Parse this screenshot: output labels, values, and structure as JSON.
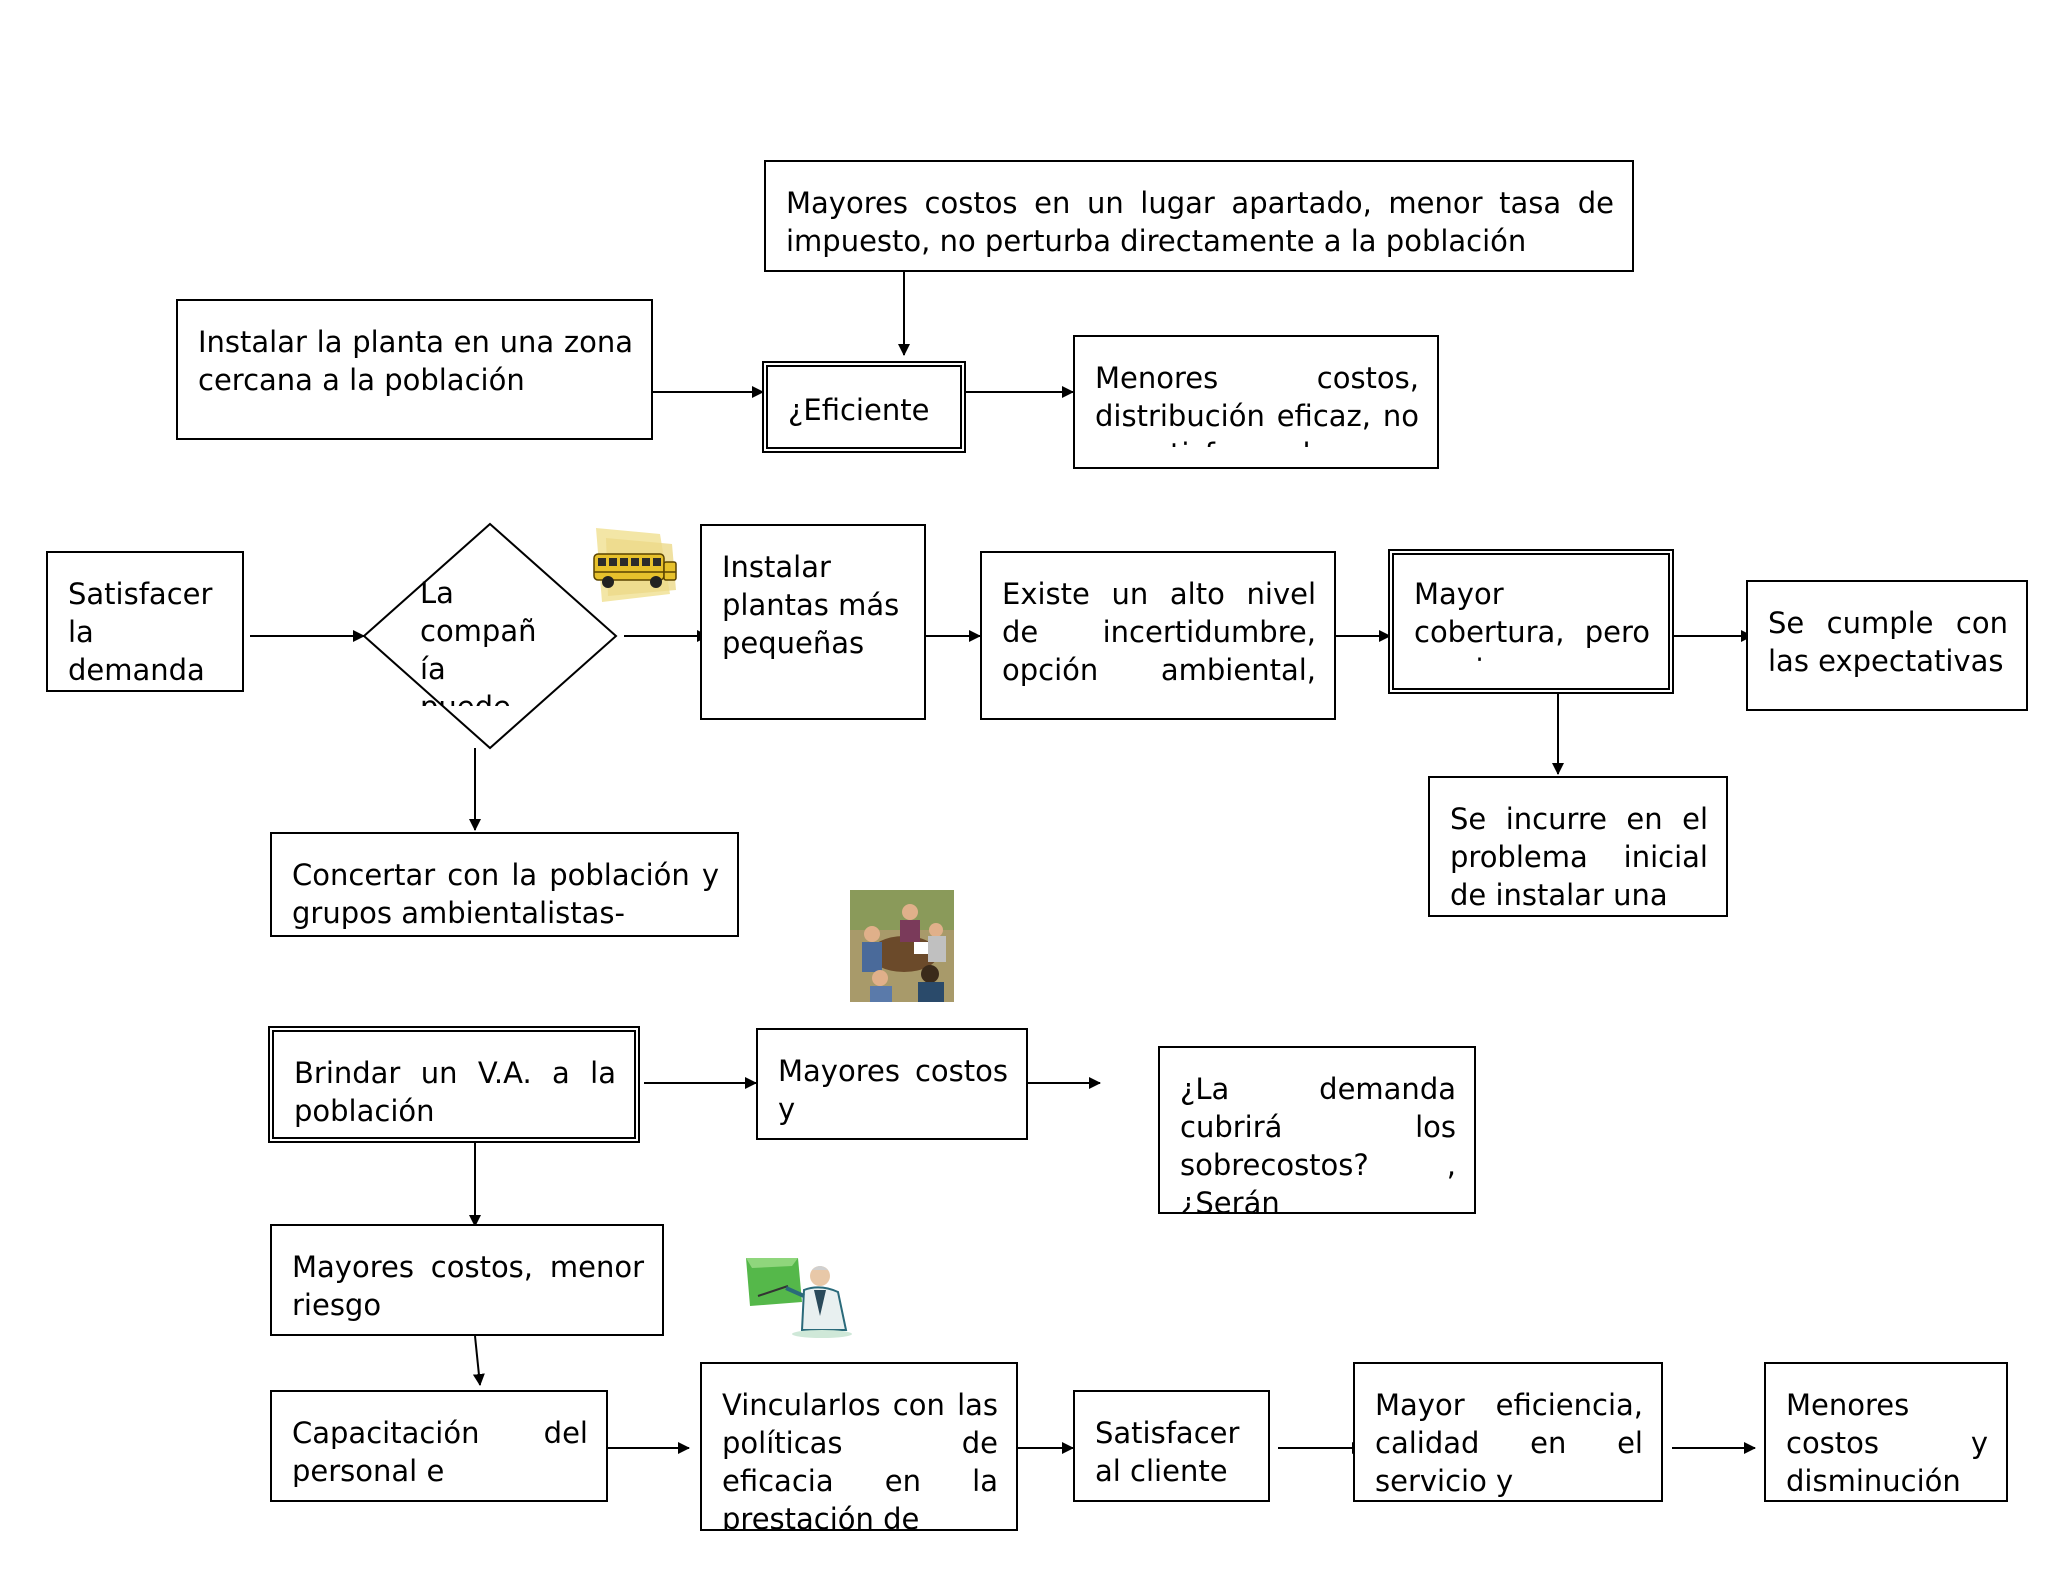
{
  "nodes": {
    "top_costs": "Mayores costos en un lugar apartado, menor tasa de impuesto, no perturba directamente a la población",
    "install_near": "Instalar la planta en una zona cercana a la población",
    "efficient": "¿Eficiente",
    "lower_costs": "Menores costos, distribución eficaz, no se satisface a la",
    "satisfy_demand": "Satisfacer la demanda",
    "company_can": "La compañ ía puede",
    "smaller_plants": "Instalar plantas más pequeñas",
    "uncertainty": "Existe un alto nivel de incertidumbre, opción ambiental, mayores costos",
    "coverage": "Mayor cobertura, pero ¿mejor",
    "expectations": "Se cumple con las expectativas",
    "initial_problem": "Se incurre en el problema inicial de instalar una",
    "concert": "Concertar con la población y grupos ambientalistas-",
    "provide_va": "Brindar un V.A. a la población",
    "higher_costs_y": "Mayores costos y",
    "demand_cover": "¿La demanda cubrirá los sobrecostos? , ¿Serán",
    "costs_less_risk": "Mayores costos, menor riesgo",
    "training": "Capacitación del personal e",
    "link_policies": "Vincularlos con las políticas de eficacia en la prestación de",
    "satisfy_client": "Satisfacer al cliente",
    "efficiency": "Mayor eficiencia, calidad en el servicio y",
    "less_costs": "Menores costos y disminución"
  },
  "icons": {
    "bus": "school-bus-icon",
    "meeting": "meeting-people-icon",
    "teacher": "teacher-chalkboard-icon"
  }
}
